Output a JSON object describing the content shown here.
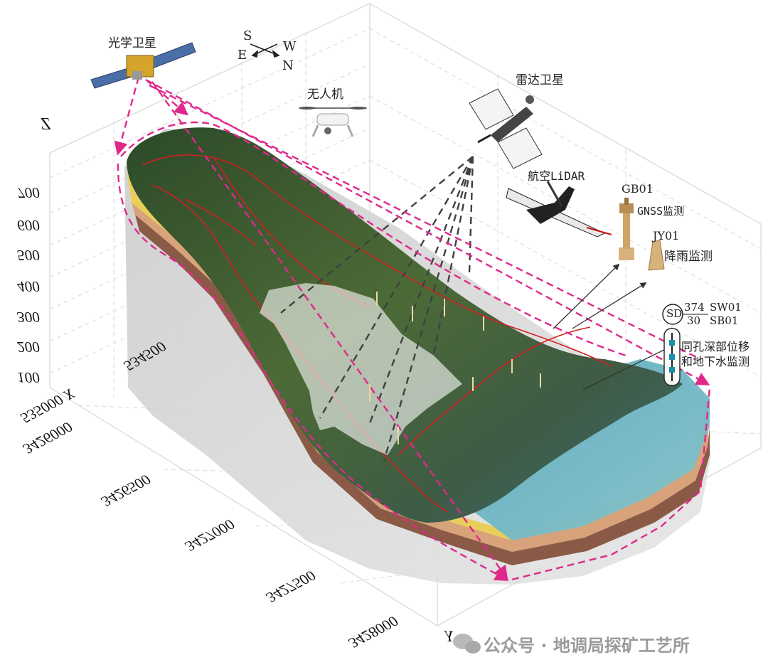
{
  "labels": {
    "optical_satellite": "光学卫星",
    "radar_satellite": "雷达卫星",
    "drone": "无人机",
    "lidar": "航空LiDAR",
    "gb_id": "GB01",
    "gnss": "GNSS监测",
    "jy_id": "JY01",
    "rain": "降雨监测",
    "sd_badge": "SD",
    "sd_top_num": "374",
    "sd_top_code": "SW01",
    "sd_bot_num": "30",
    "sd_bot_code": "SB01",
    "borehole_line1": "同孔深部位移",
    "borehole_line2": "和地下水监测"
  },
  "compass": {
    "s": "S",
    "w": "W",
    "e": "E",
    "n": "N"
  },
  "axes": {
    "z_label": "Z",
    "z_ticks": [
      "700",
      "600",
      "500",
      "400",
      "300",
      "200",
      "100"
    ],
    "x_label_combo": "535000 X",
    "x_inner_tick": "534500",
    "y_label": "Y",
    "y_ticks": [
      "3426000",
      "3426500",
      "3427000",
      "3427500",
      "3428000"
    ]
  },
  "watermark": "公众号 · 地调局探矿工艺所",
  "colors": {
    "path": "#e0288a",
    "scan": "#404040",
    "water": "#5aa9b8",
    "terrain": "#3f5a2e",
    "layer1": "#e9cf5a",
    "layer2": "#c98a6a",
    "layer3": "#8a5a46"
  }
}
